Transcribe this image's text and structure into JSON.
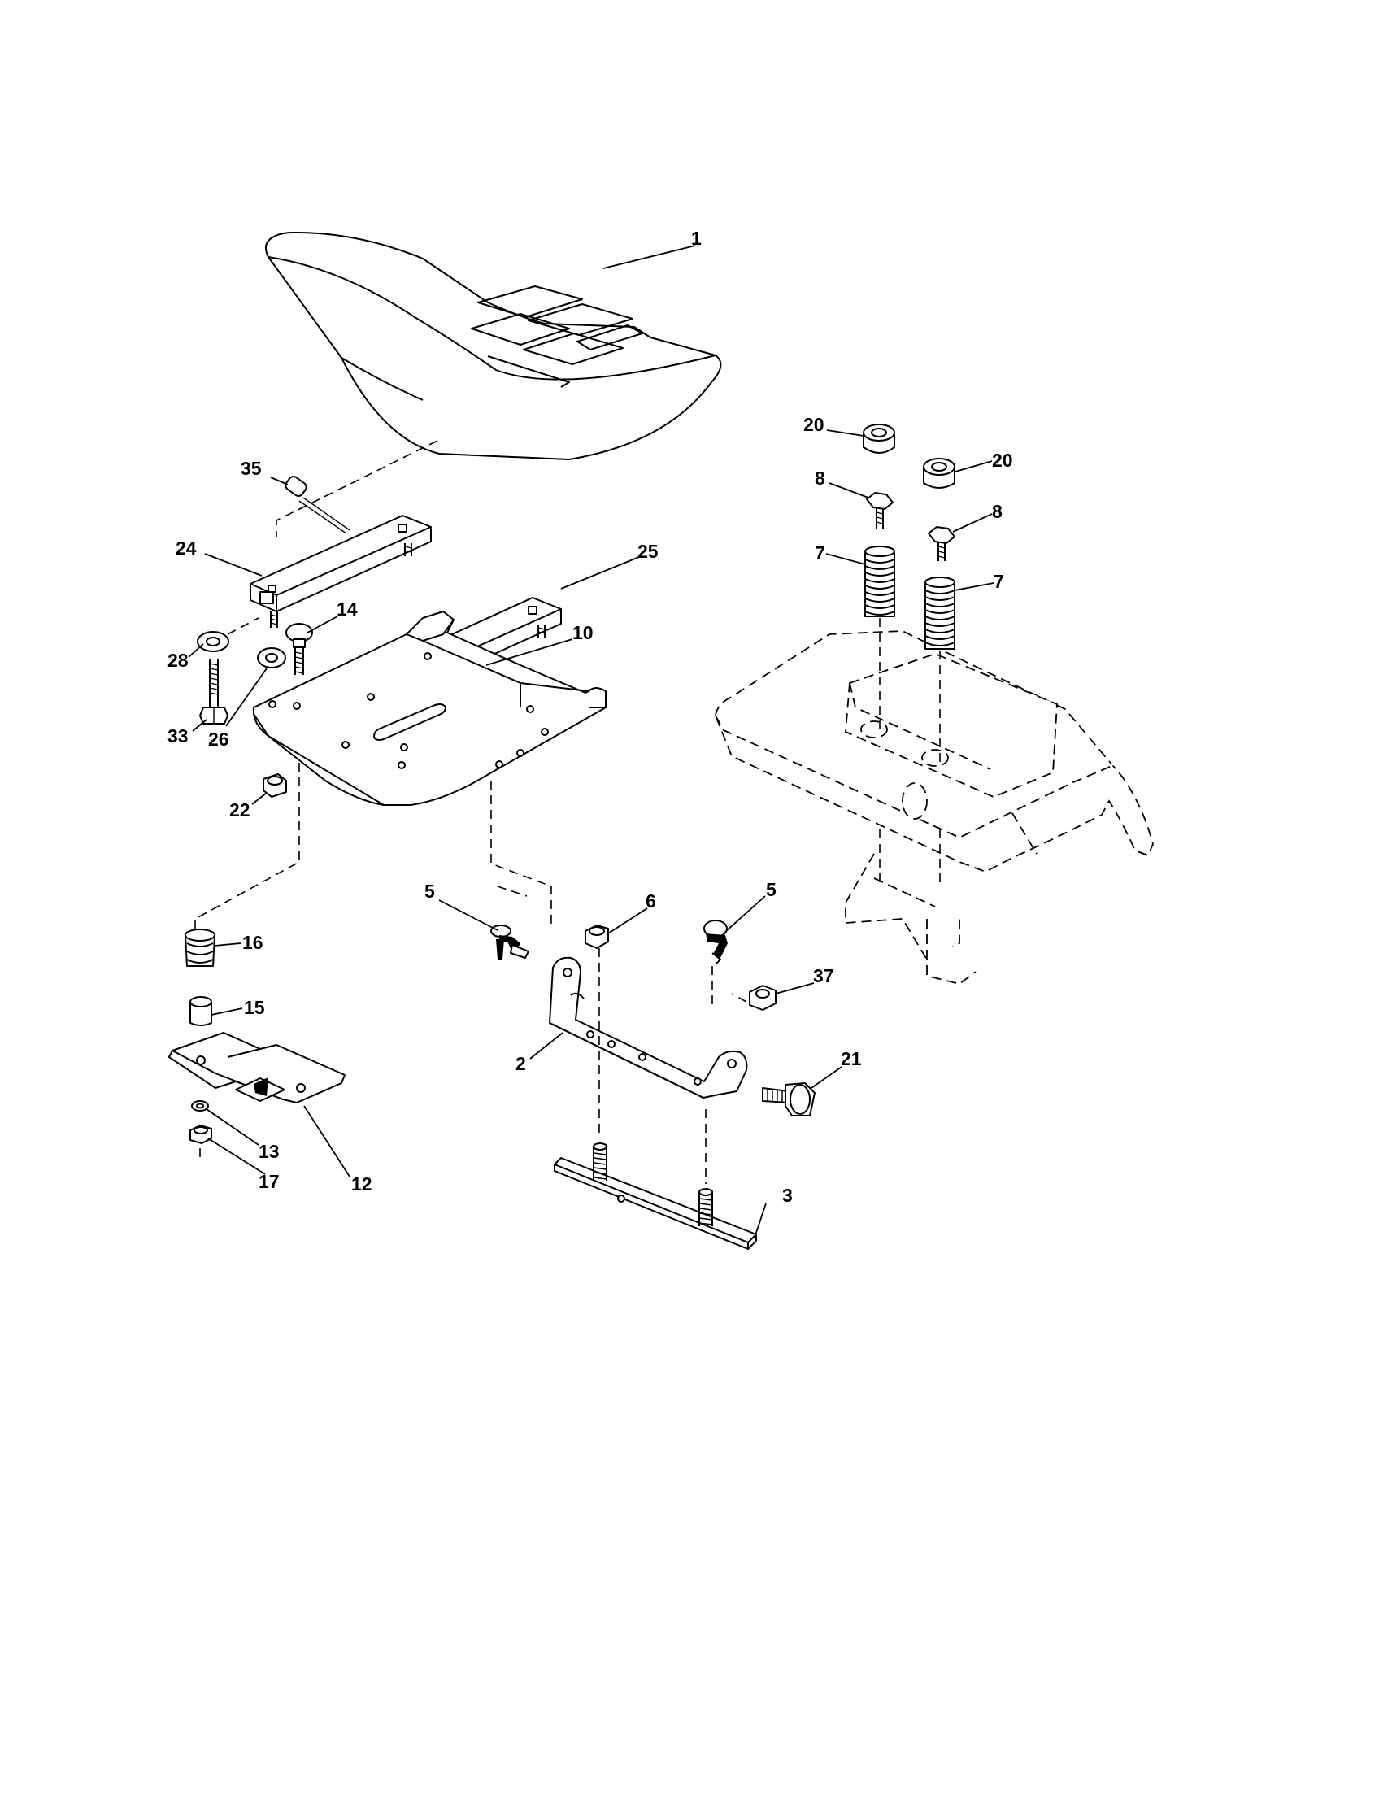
{
  "diagram": {
    "callouts": [
      "1",
      "35",
      "24",
      "25",
      "14",
      "10",
      "28",
      "33",
      "26",
      "22",
      "20",
      "20",
      "8",
      "8",
      "7",
      "7",
      "5",
      "5",
      "6",
      "37",
      "16",
      "15",
      "2",
      "21",
      "13",
      "17",
      "12",
      "3"
    ]
  }
}
